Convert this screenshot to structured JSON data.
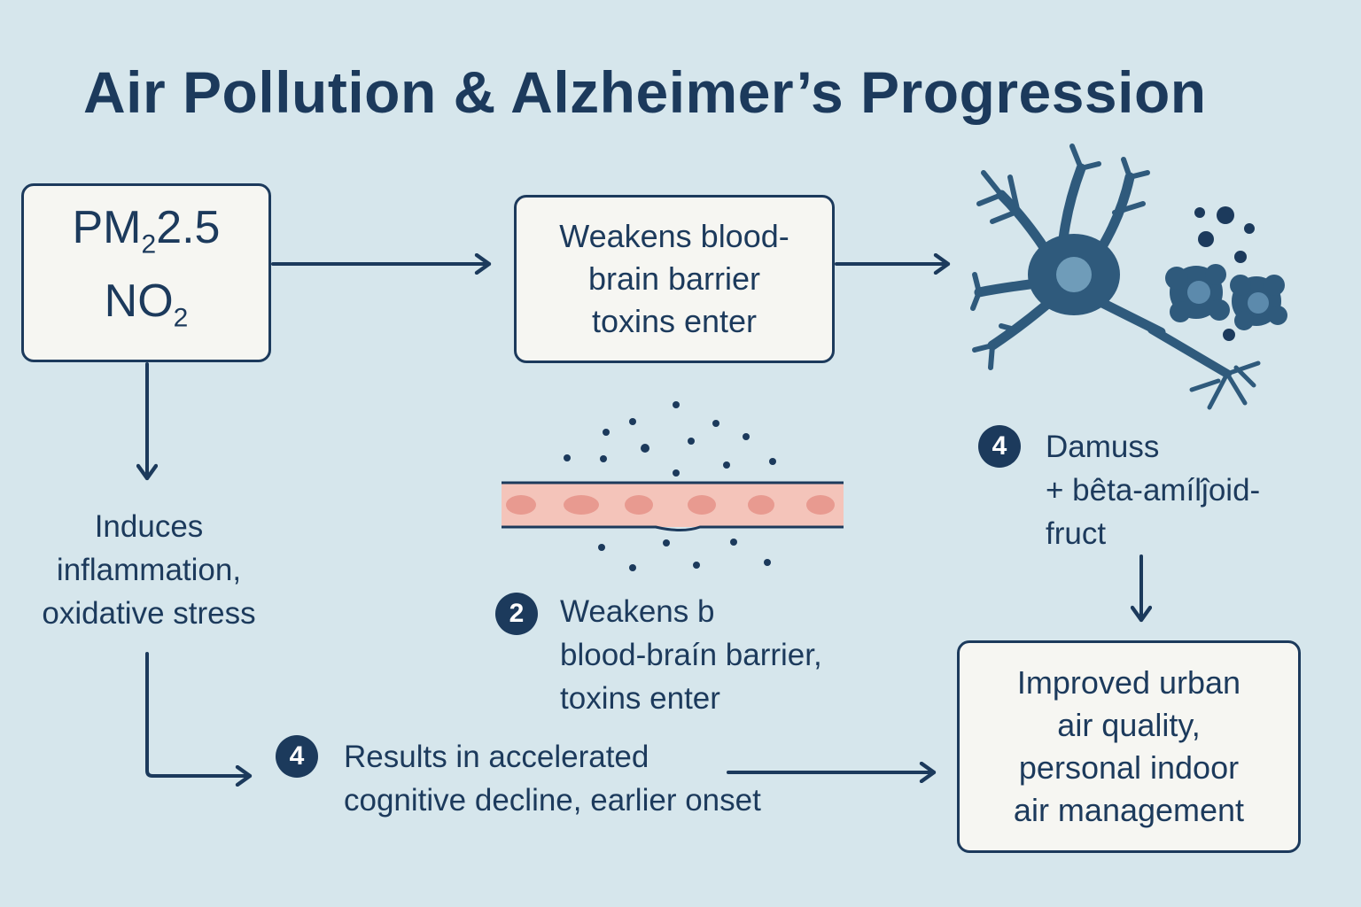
{
  "title": "Air Pollution & Alzheimer’s Progression",
  "pollutants": {
    "pm": "PM",
    "pm_sub": "2",
    "pm_value": "2.5",
    "no": "NO",
    "no_sub": "2"
  },
  "bbb_box": {
    "line1": "Weakens blood-",
    "line2": "brain barrier",
    "line3": "toxins enter"
  },
  "inflammation": {
    "line1": "Induces",
    "line2": "inflammation,",
    "line3": "oxidative stress"
  },
  "step_2": {
    "number": "2",
    "line1": "Weakens b",
    "line2": "blood-braín barrier,",
    "line3": "toxins enter"
  },
  "step_4_damage": {
    "number": "4",
    "line1": "Damuss",
    "line2": "+ bêta-amílĵoid-",
    "line3": "fruct"
  },
  "step_4_results": {
    "number": "4",
    "line1": "Results in accelerated",
    "line2": "cognitive decline, earlier onset"
  },
  "solution": {
    "line1": "Improved urban",
    "line2": "air quality,",
    "line3": "personal indoor",
    "line4": "air management"
  },
  "colors": {
    "background": "#d6e6ec",
    "navy": "#1c3a5c",
    "box_fill": "#f6f6f2",
    "neuron": "#2f5a7c",
    "neuron_nucleus": "#6f9cb9",
    "vessel": "#f4c4ba",
    "vessel_cell": "#e89a90"
  },
  "icons": [
    "neuron-icon",
    "amyloid-plaque-icon",
    "blood-vessel-icon",
    "particles-icon"
  ]
}
